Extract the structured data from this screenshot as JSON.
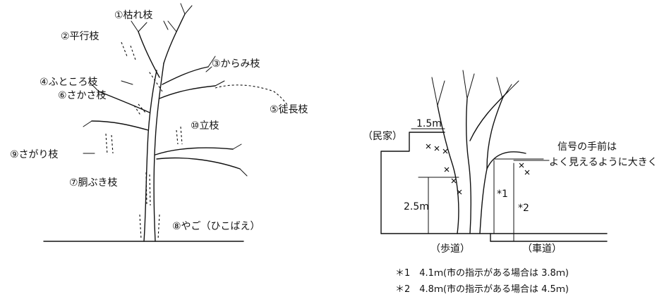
{
  "left_diagram": {
    "labels": {
      "kare_eda": "①枯れ枝",
      "heiko_eda": "②平行枝",
      "karami_eda": "③からみ枝",
      "futokoro_eda": "④ふところ枝",
      "tocho_eda": "⑤徒長枝",
      "sakasa_eda": "⑥さかさ枝",
      "dobuki_eda": "⑦胴ぶき枝",
      "yago": "⑧やご（ひこばえ）",
      "sagari_eda": "⑨さがり枝",
      "tachi_eda": "⑩立枝"
    }
  },
  "right_diagram": {
    "house_label": "（民家）",
    "sidewalk_label": "（歩道）",
    "roadway_label": "（車道）",
    "dim_house": "1.5m",
    "dim_height": "2.5m",
    "star1": "*1",
    "star2": "*2",
    "signal_note_line1": "信号の手前は",
    "signal_note_line2": "よく見えるように大きく",
    "footnote1": "＊1　4.1ｍ(市の指示がある場合は 3.8ｍ)",
    "footnote2": "＊2　4.8ｍ(市の指示がある場合は 4.5ｍ)"
  }
}
